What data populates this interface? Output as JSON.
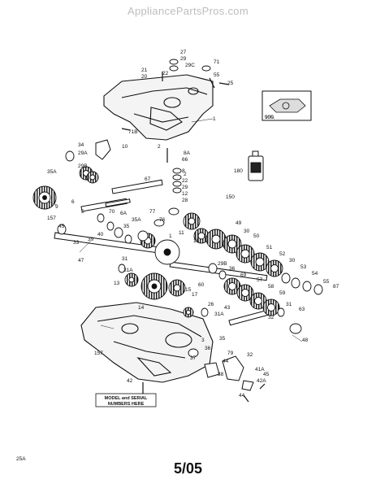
{
  "watermark": "AppliancePartsPros.com",
  "note": {
    "line1": "MODEL and SERIAL",
    "line2": "NUMBERS HERE"
  },
  "inset_label": "900",
  "footer_date": "5/05",
  "part_labels": [
    "27",
    "29",
    "29C",
    "71",
    "21",
    "22",
    "20",
    "55",
    "25",
    "1",
    "900",
    "71B",
    "10",
    "34",
    "29A",
    "29B",
    "2",
    "8A",
    "66",
    "8",
    "35A",
    "9",
    "67",
    "2",
    "22",
    "29",
    "12",
    "28",
    "180",
    "150",
    "6",
    "70",
    "6A",
    "5",
    "35",
    "35A",
    "77",
    "76",
    "157",
    "45",
    "40",
    "39",
    "33",
    "1",
    "11",
    "18",
    "49",
    "30",
    "50",
    "51",
    "52",
    "30",
    "53",
    "54",
    "55",
    "87",
    "47",
    "31",
    "31A",
    "13",
    "29B",
    "36",
    "69",
    "57",
    "58",
    "59",
    "60",
    "14",
    "15",
    "17",
    "26",
    "43",
    "31A",
    "31",
    "63",
    "35",
    "32",
    "48",
    "157",
    "3",
    "36",
    "37",
    "38",
    "79",
    "44",
    "32",
    "41A",
    "45",
    "42A",
    "44",
    "42",
    "25A"
  ]
}
